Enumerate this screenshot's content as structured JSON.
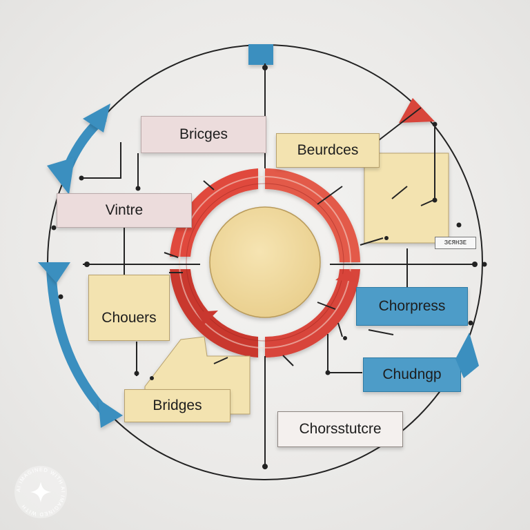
{
  "diagram": {
    "labels": {
      "bricges": "Bricges",
      "beurdces": "Beurdces",
      "vintre": "Vintre",
      "chouers": "Chouers",
      "chorpress": "Chorpress",
      "chudngp": "Chudngp",
      "bridges": "Bridges",
      "chorsstutcre": "Chorsstutcre",
      "tag": "ЗЄЯНЗЕ"
    },
    "colors": {
      "accent_blue": "#3b8fbf",
      "accent_red": "#d8443a",
      "cream": "#f3e3b0",
      "line": "#222222"
    }
  },
  "watermark": {
    "text": "AI IMAGINED WITH AI IMAGINED WITH",
    "icon": "sparkle-icon"
  }
}
